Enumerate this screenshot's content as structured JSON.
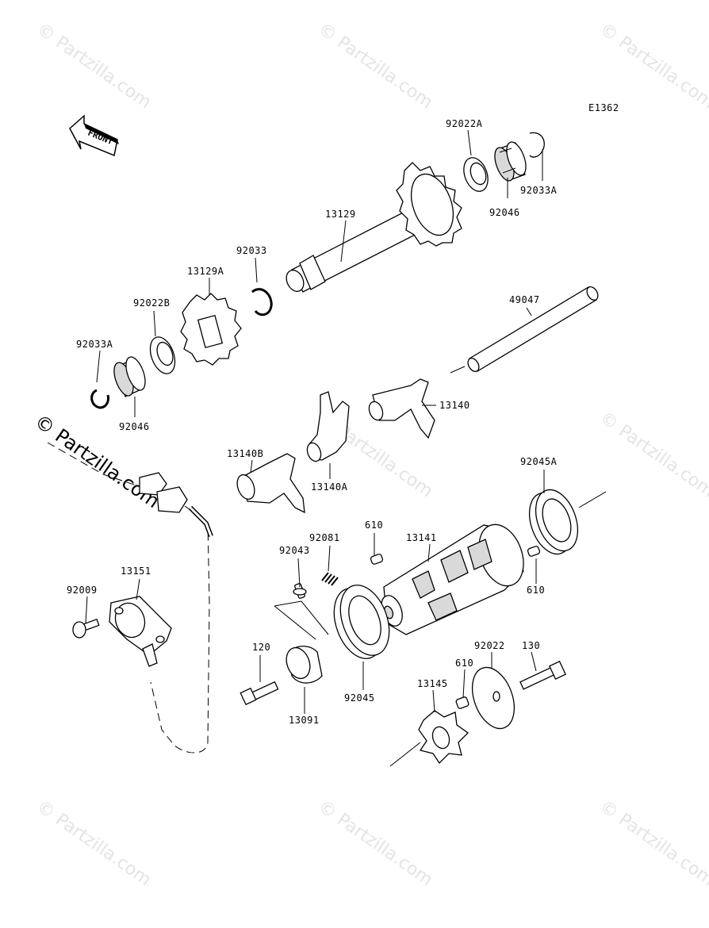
{
  "diagram_code": "E1362",
  "front_label": "FRONT",
  "watermark": "© Partzilla.com",
  "parts": {
    "p13129": "13129",
    "p92022A": "92022A",
    "p92033A_top": "92033A",
    "p92046_top": "92046",
    "p92033": "92033",
    "p13129A": "13129A",
    "p92022B": "92022B",
    "p92033A_left": "92033A",
    "p92046_left": "92046",
    "p49047": "49047",
    "p13140": "13140",
    "p13140B": "13140B",
    "p13140A": "13140A",
    "p92045A": "92045A",
    "p610_a": "610",
    "p92081": "92081",
    "p92043": "92043",
    "p13141": "13141",
    "p610_b": "610",
    "p13151": "13151",
    "p92009": "92009",
    "p120": "120",
    "p92045": "92045",
    "p13091": "13091",
    "p92022": "92022",
    "p130": "130",
    "p610_c": "610",
    "p13145": "13145"
  }
}
